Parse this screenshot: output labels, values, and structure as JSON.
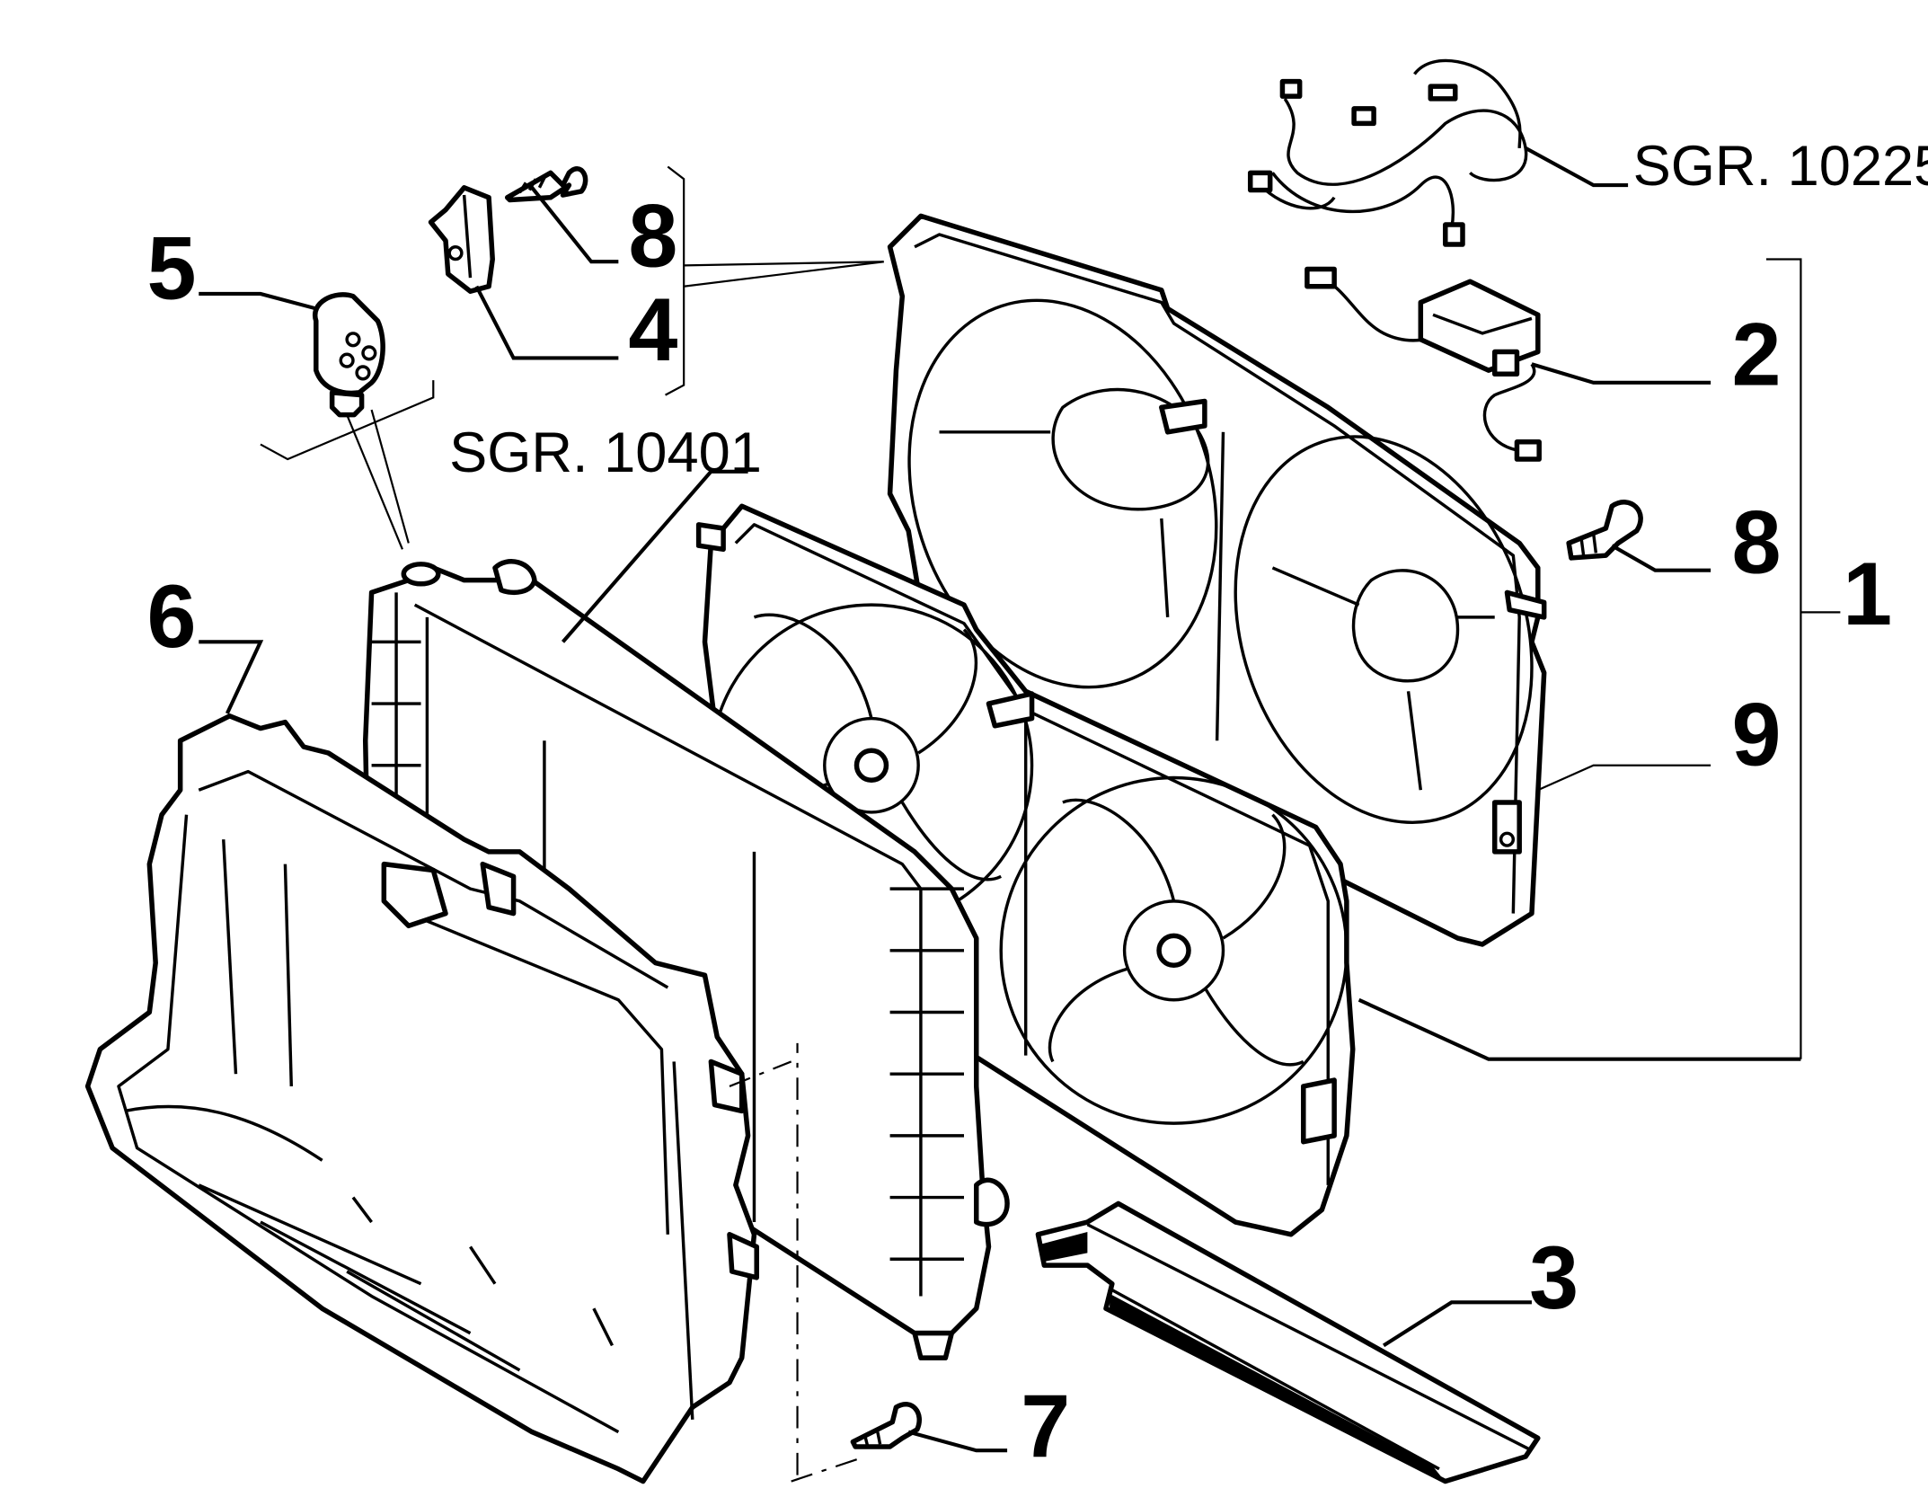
{
  "callouts": {
    "c1": "1",
    "c2": "2",
    "c3": "3",
    "c4": "4",
    "c5": "5",
    "c6": "6",
    "c7": "7",
    "c8a": "8",
    "c8b": "8",
    "c9": "9"
  },
  "references": {
    "sgr_radiator": "SGR. 10401",
    "sgr_wiring": "SGR. 10225"
  }
}
